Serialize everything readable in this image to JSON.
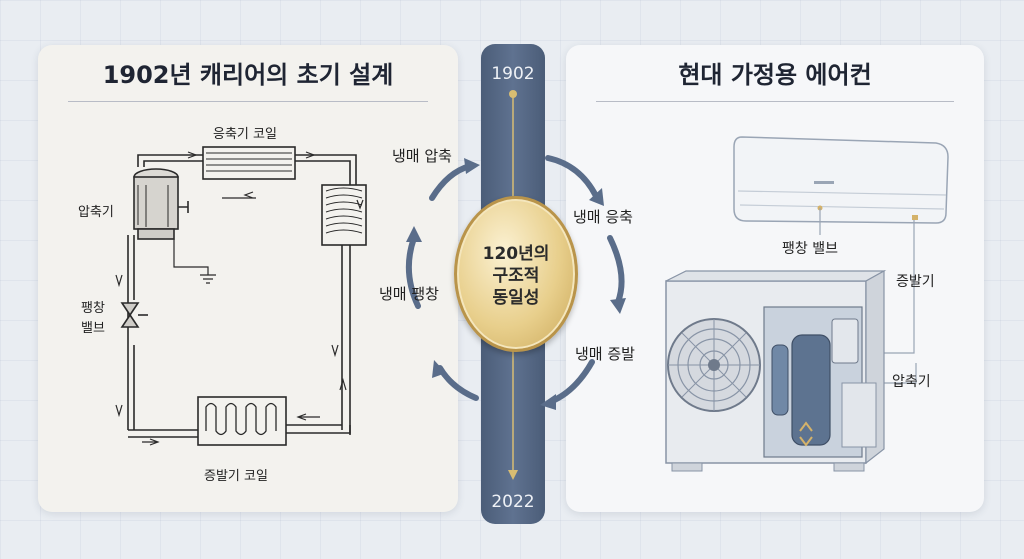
{
  "left_panel": {
    "title": "1902년 캐리어의 초기 설계",
    "labels": {
      "condenser_coil": "응축기 코일",
      "compressor": "압축기",
      "expansion_valve_line1": "팽창",
      "expansion_valve_line2": "밸브",
      "evaporator_coil": "증발기 코일"
    }
  },
  "right_panel": {
    "title": "현대 가정용 에어컨",
    "labels": {
      "expansion_valve": "팽창 밸브",
      "evaporator": "증발기",
      "compressor": "압축기"
    }
  },
  "timeline": {
    "start_year": "1902",
    "end_year": "2022",
    "medallion_line1": "120년의",
    "medallion_line2": "구조적",
    "medallion_line3": "동일성"
  },
  "cycle": {
    "compression": "냉매 압축",
    "condensation": "냉매 응축",
    "evaporation": "냉매 증발",
    "expansion": "냉매 팽창"
  },
  "colors": {
    "timeline": "#52647f",
    "arrow": "#5a6d8a",
    "gold": "#d9bd72"
  }
}
